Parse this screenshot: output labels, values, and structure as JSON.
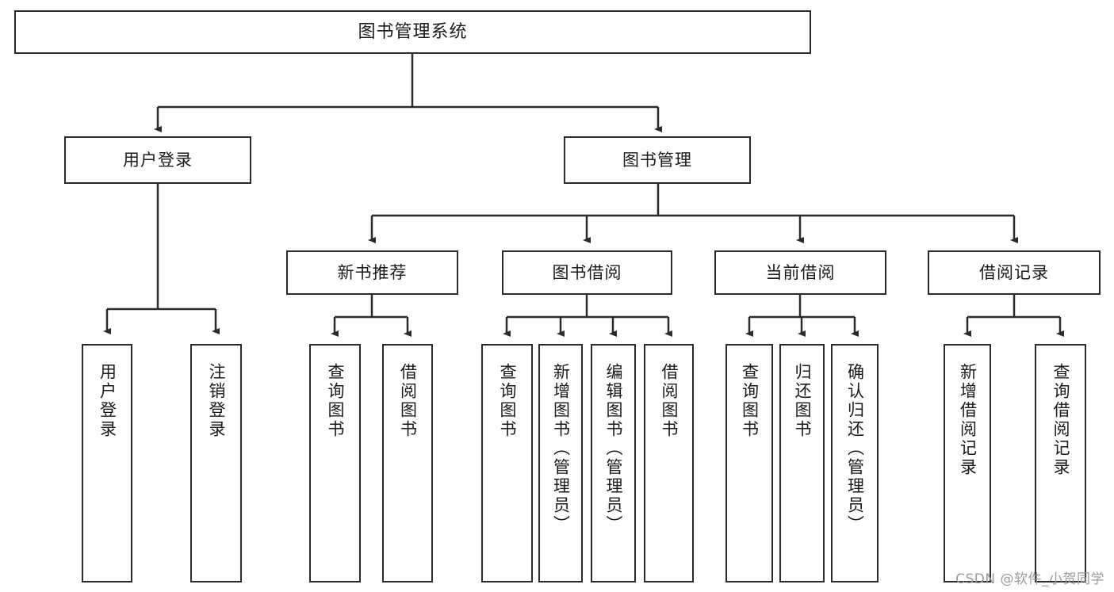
{
  "diagram": {
    "title": "图书管理系统",
    "watermark": "CSDN @软件_小贺同学",
    "stroke_color": "#2b2b2b",
    "background_color": "#ffffff",
    "text_color": "#1a1a1a",
    "watermark_color": "#9a9a9a"
  },
  "nodes": {
    "root": {
      "label": "图书管理系统"
    },
    "level2": [
      {
        "label": "用户登录"
      },
      {
        "label": "图书管理"
      }
    ],
    "level3": [
      {
        "label": "新书推荐"
      },
      {
        "label": "图书借阅"
      },
      {
        "label": "当前借阅"
      },
      {
        "label": "借阅记录"
      }
    ],
    "leaves": {
      "user_login": [
        {
          "label": "用户登录"
        },
        {
          "label": "注销登录"
        }
      ],
      "new_book_recommend": [
        {
          "label": "查询图书"
        },
        {
          "label": "借阅图书"
        }
      ],
      "book_borrow": [
        {
          "label": "查询图书"
        },
        {
          "label": "新增图书（管理员）"
        },
        {
          "label": "编辑图书（管理员）"
        },
        {
          "label": "借阅图书"
        }
      ],
      "current_borrow": [
        {
          "label": "查询图书"
        },
        {
          "label": "归还图书"
        },
        {
          "label": "确认归还（管理员）"
        }
      ],
      "borrow_record": [
        {
          "label": "新增借阅记录"
        },
        {
          "label": "查询借阅记录"
        }
      ]
    }
  }
}
